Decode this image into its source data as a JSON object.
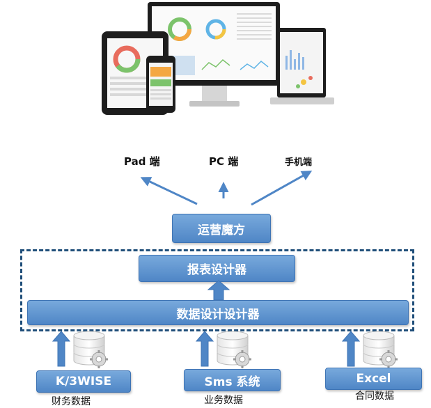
{
  "platforms": {
    "pad": "Pad 端",
    "pc": "PC 端",
    "mobile": "手机端"
  },
  "layers": {
    "magic": "运营魔方",
    "report_designer": "报表设计器",
    "data_designer": "数据设计设计器"
  },
  "sources": [
    {
      "system": "K/3WISE",
      "caption": "财务数据"
    },
    {
      "system": "Sms 系统",
      "caption": "业务数据"
    },
    {
      "system": "Excel",
      "caption": "合同数据"
    }
  ],
  "colors": {
    "box": "#5b92d0",
    "arrow": "#4f86c6",
    "dashed_border": "#1f4e79"
  }
}
